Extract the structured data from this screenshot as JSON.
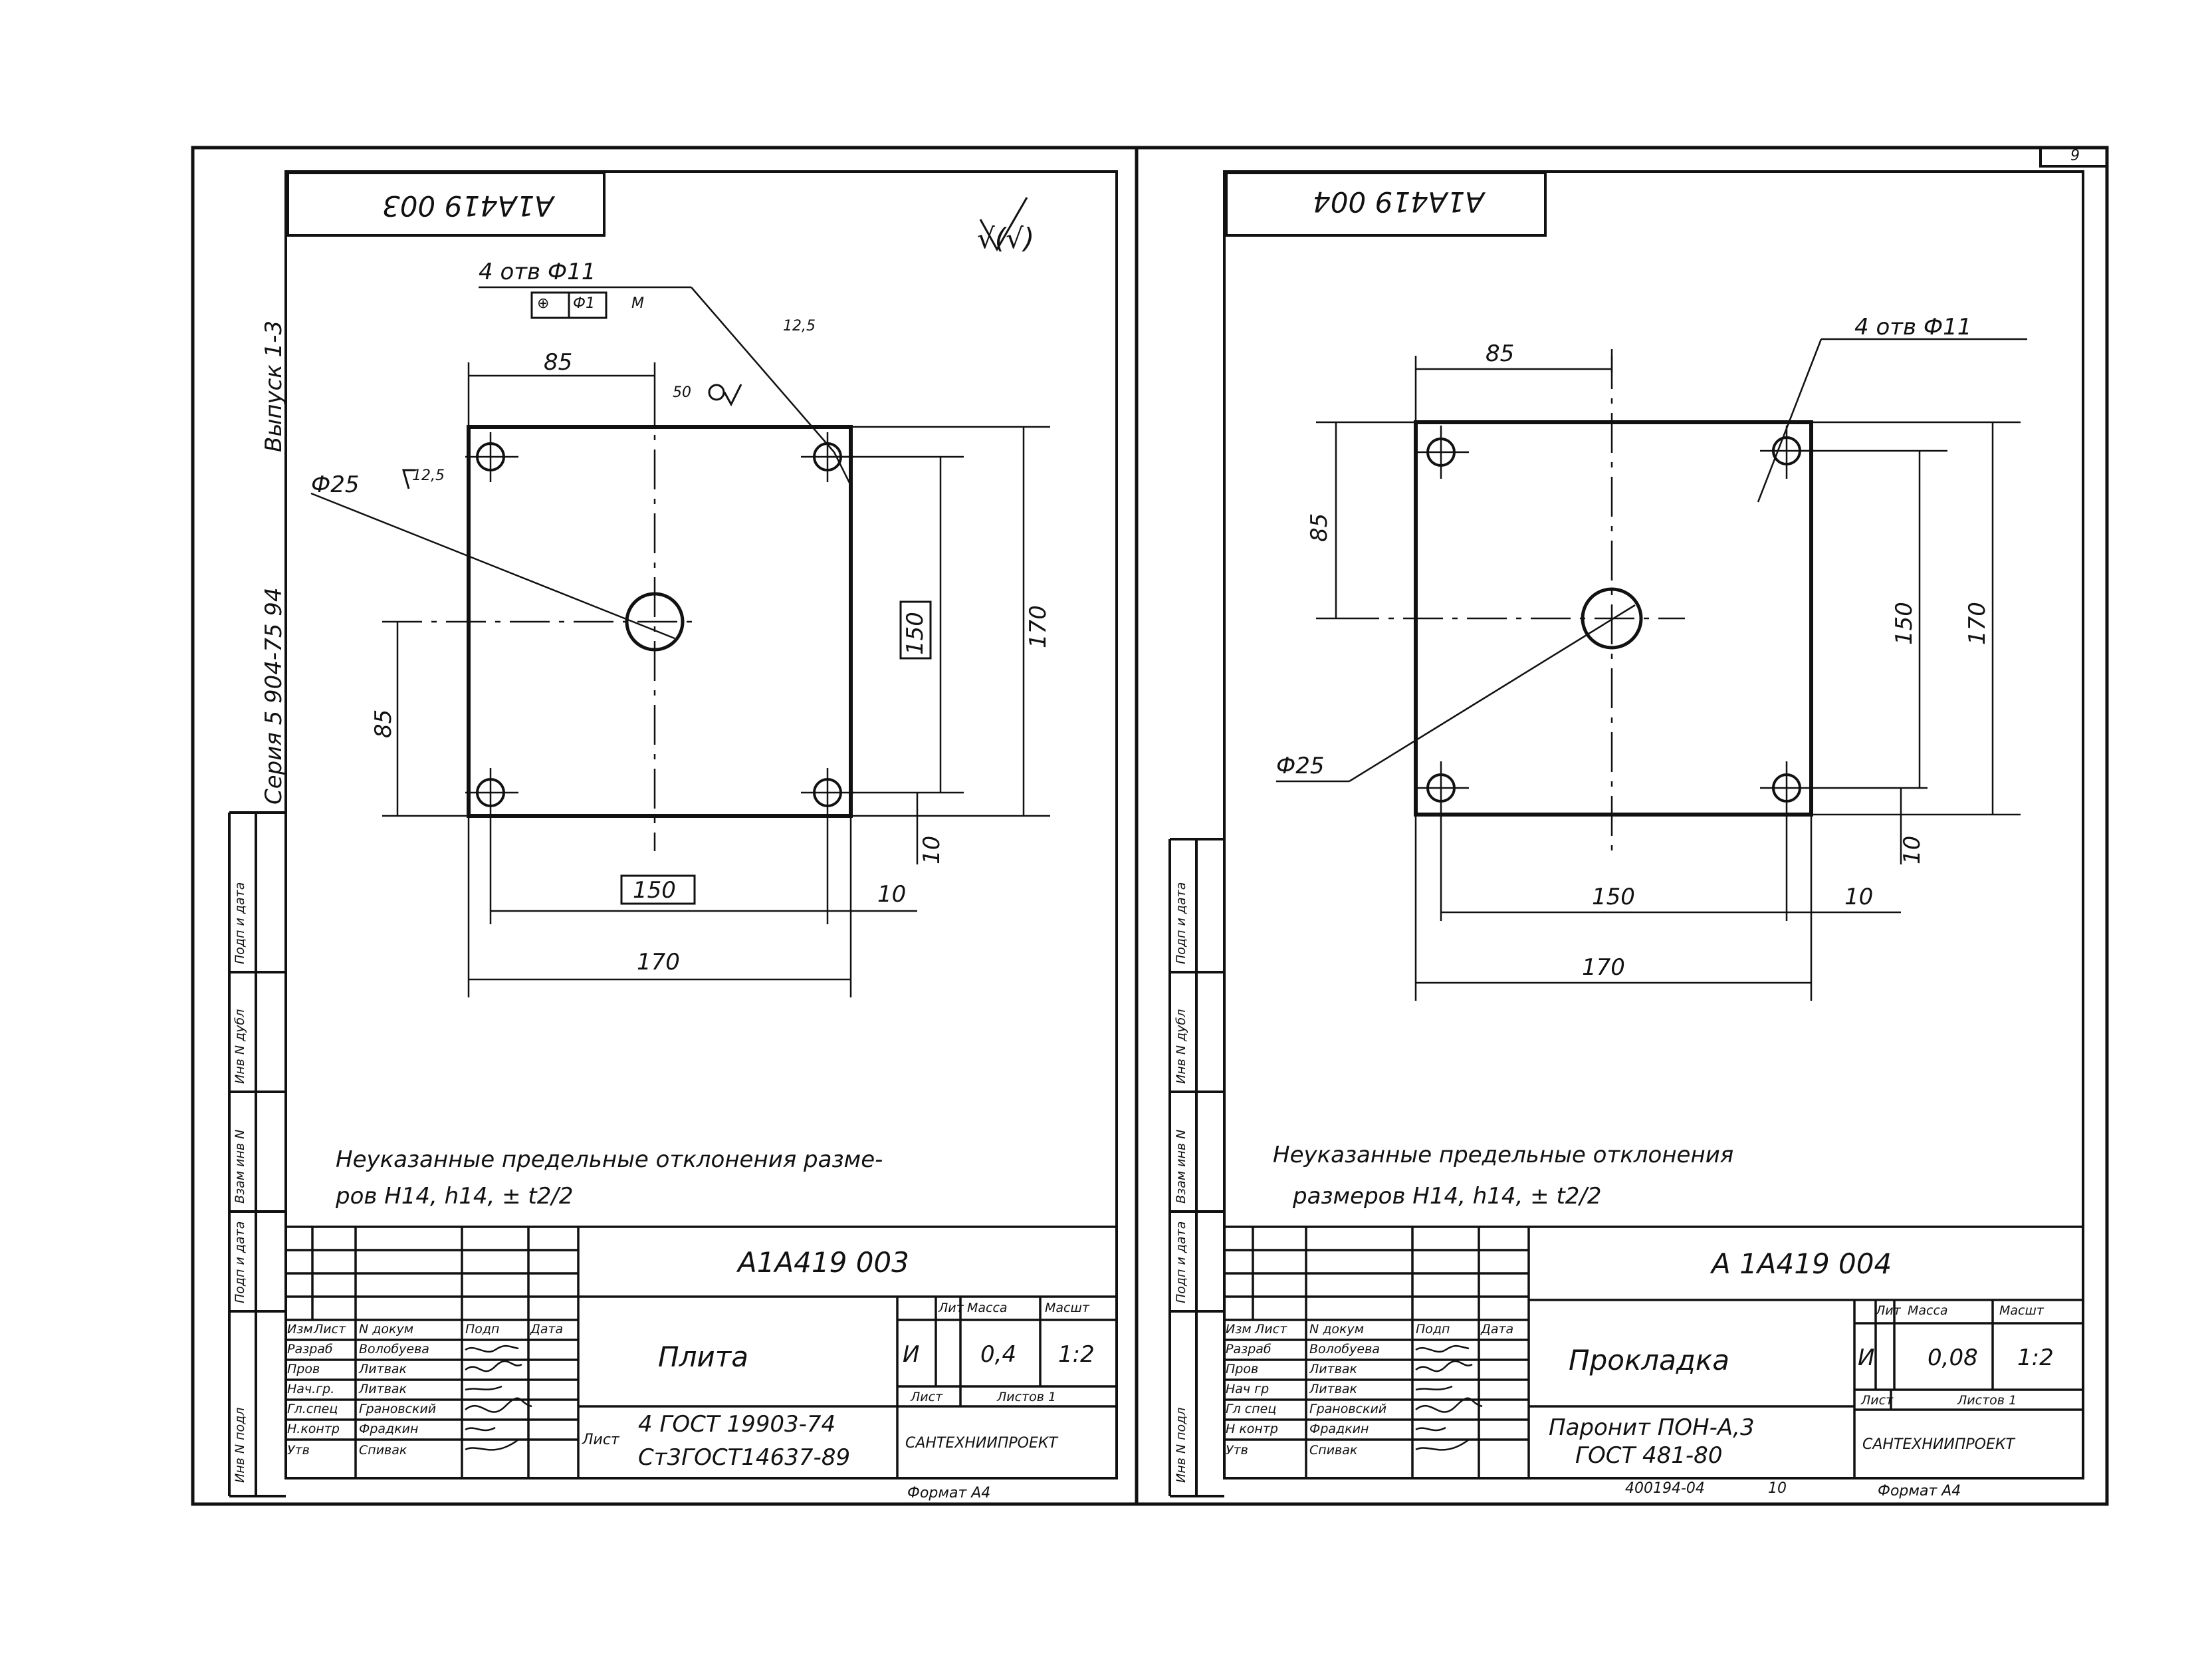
{
  "page_number": "9",
  "footer_code": "400194-04",
  "footer_code_num": "10",
  "left_sidebar": {
    "series": "Серия 5 904-75 94",
    "issue": "Выпуск 1-3",
    "stamp_labels": [
      "Инв N подл",
      "Подп и дата",
      "Взам инв N",
      "Инв N дубл",
      "Подп и дата"
    ]
  },
  "sheets": [
    {
      "stamp_code": "А1А419 003",
      "roughness": "√(√)",
      "holes_label": "4 отв Ф11",
      "tolerance_frame": [
        "⊕",
        "Ф1",
        "М"
      ],
      "roughness_hole": "12,5",
      "roughness_hole2": "12,5",
      "roughness_top": "50",
      "dim_diameter": "Ф25",
      "dim_top_85": "85",
      "dim_left_85": "85",
      "dim_150_v": "150",
      "dim_170_v": "170",
      "dim_10_v": "10",
      "dim_150_h": "150",
      "dim_10_h": "10",
      "dim_170_h": "170",
      "note_line1": "Неуказанные предельные отклонения разме-",
      "note_line2": "ров  Н14, h14, ± t2/2",
      "designation": "А1А419 003",
      "title": "Плита",
      "material_line1": "4 ГОСТ 19903-74",
      "material_line2": "Ст3ГОСТ14637-89",
      "sheet_label": "Лист",
      "col_lit": "Лит",
      "col_mass": "Масса",
      "col_scale": "Масшт",
      "lit_value": "И",
      "mass": "0,4",
      "scale": "1:2",
      "sheet_cell": "Лист",
      "sheets_cell": "Листов 1",
      "org": "САНТЕХНИИПРОЕКТ",
      "format": "Формат А4",
      "header_cols": [
        "Изм",
        "Лист",
        "N докум",
        "Подп",
        "Дата"
      ],
      "roles": [
        {
          "role": "Разраб",
          "name": "Волобуева"
        },
        {
          "role": "Пров",
          "name": "Литвак"
        },
        {
          "role": "Нач.гр.",
          "name": "Литвак"
        },
        {
          "role": "Гл.спец",
          "name": "Грановский"
        },
        {
          "role": "Н.контр",
          "name": "Фрадкин"
        },
        {
          "role": "Утв",
          "name": "Спивак"
        }
      ]
    },
    {
      "stamp_code": "А1А419 004",
      "holes_label": "4 отв Ф11",
      "dim_diameter": "Ф25",
      "dim_top_85": "85",
      "dim_left_85": "85",
      "dim_150_v": "150",
      "dim_170_v": "170",
      "dim_10_v": "10",
      "dim_150_h": "150",
      "dim_10_h": "10",
      "dim_170_h": "170",
      "note_line1": "Неуказанные предельные отклонения",
      "note_line2": "размеров Н14, h14, ± t2/2",
      "designation": "А 1А419 004",
      "title": "Прокладка",
      "material_line1": "Паронит ПОН-А,3",
      "material_line2": "ГОСТ 481-80",
      "col_lit": "Лит",
      "col_mass": "Масса",
      "col_scale": "Масшт",
      "lit_value": "И",
      "mass": "0,08",
      "scale": "1:2",
      "sheet_cell": "Лист",
      "sheets_cell": "Листов 1",
      "org": "САНТЕХНИИПРОЕКТ",
      "format": "Формат А4",
      "header_cols": [
        "Изм",
        "Лист",
        "N докум",
        "Подп",
        "Дата"
      ],
      "roles": [
        {
          "role": "Разраб",
          "name": "Волобуева"
        },
        {
          "role": "Пров",
          "name": "Литвак"
        },
        {
          "role": "Нач гр",
          "name": "Литвак"
        },
        {
          "role": "Гл спец",
          "name": "Грановский"
        },
        {
          "role": "Н контр",
          "name": "Фрадкин"
        },
        {
          "role": "Утв",
          "name": "Спивак"
        }
      ]
    }
  ]
}
